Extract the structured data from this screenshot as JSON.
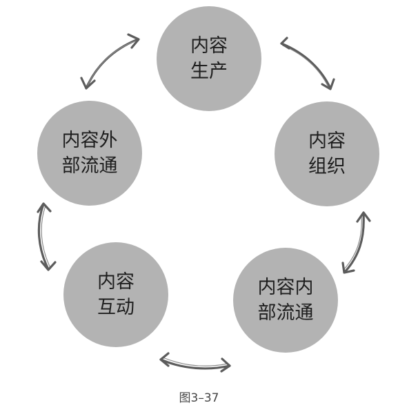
{
  "nodes": [
    {
      "id": "production",
      "lines": [
        "内容",
        "生产"
      ]
    },
    {
      "id": "organization",
      "lines": [
        "内容",
        "组织"
      ]
    },
    {
      "id": "internal",
      "lines": [
        "内容内",
        "部流通"
      ]
    },
    {
      "id": "interaction",
      "lines": [
        "内容",
        "互动"
      ]
    },
    {
      "id": "external",
      "lines": [
        "内容外",
        "部流通"
      ]
    }
  ],
  "caption": "图3–37",
  "colors": {
    "node_fill": "#b3b3b3",
    "node_text": "#1e1e1e",
    "arrow": "#5c5c5c"
  }
}
